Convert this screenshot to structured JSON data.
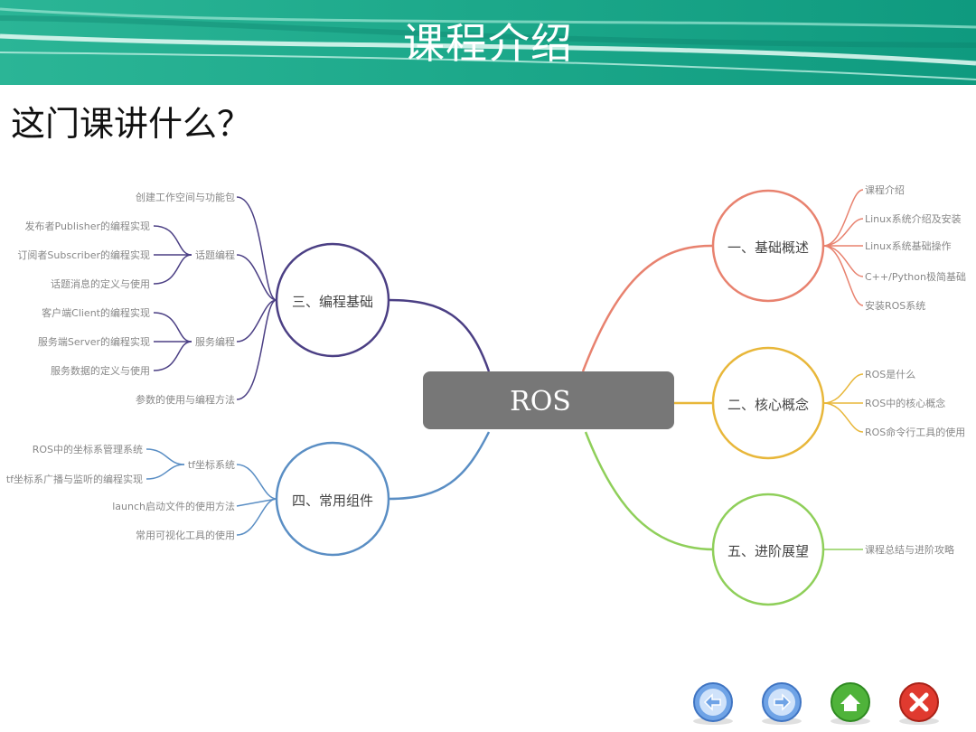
{
  "slide": {
    "title": "课程介绍",
    "question": "这门课讲什么？"
  },
  "colors": {
    "header_teal": "#1fa88c",
    "header_dark": "#0e8c76",
    "root_fill": "#777777",
    "branch_basic": "#e8826f",
    "branch_core": "#e8b73a",
    "branch_advanced": "#8fcf5a",
    "branch_programming": "#4b3f84",
    "branch_components": "#5a8ec4",
    "leaf_text": "#888888"
  },
  "mindmap": {
    "root": "ROS",
    "branches": {
      "basic": {
        "label": "一、基础概述",
        "items": [
          "课程介绍",
          "Linux系统介绍及安装",
          "Linux系统基础操作",
          "C++/Python极简基础",
          "安装ROS系统"
        ]
      },
      "core": {
        "label": "二、核心概念",
        "items": [
          "ROS是什么",
          "ROS中的核心概念",
          "ROS命令行工具的使用"
        ]
      },
      "advanced": {
        "label": "五、进阶展望",
        "items": [
          "课程总结与进阶攻略"
        ]
      },
      "programming": {
        "label": "三、编程基础",
        "items": [
          "创建工作空间与功能包",
          "话题编程",
          "服务编程",
          "参数的使用与编程方法"
        ],
        "topic_items": [
          "发布者Publisher的编程实现",
          "订阅者Subscriber的编程实现",
          "话题消息的定义与使用"
        ],
        "service_items": [
          "客户端Client的编程实现",
          "服务端Server的编程实现",
          "服务数据的定义与使用"
        ]
      },
      "components": {
        "label": "四、常用组件",
        "items": [
          "tf坐标系统",
          "launch启动文件的使用方法",
          "常用可视化工具的使用"
        ],
        "tf_items": [
          "ROS中的坐标系管理系统",
          "tf坐标系广播与监听的编程实现"
        ]
      }
    }
  },
  "nav": {
    "buttons": [
      "back-icon",
      "forward-icon",
      "home-icon",
      "close-icon"
    ]
  }
}
